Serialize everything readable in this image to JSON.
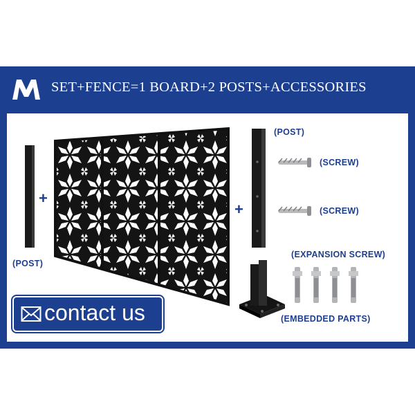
{
  "header": {
    "title": "SET+FENCE=1 BOARD+2 POSTS+ACCESSORIES",
    "logo_icon": "brand-logo-icon"
  },
  "labels": {
    "post_left": "(POST)",
    "post_right": "(POST)",
    "screw_1": "(SCREW)",
    "screw_2": "(SCREW)",
    "expansion_screw": "(EXPANSION SCREW)",
    "embedded_parts": "(EMBEDDED PARTS)"
  },
  "operators": {
    "plus_1": "+",
    "plus_2": "+"
  },
  "contact": {
    "label": "contact us",
    "icon": "envelope-icon"
  },
  "colors": {
    "brand_blue": "#1d3f8f",
    "product_black": "#141414",
    "metal": "#a7a9ac"
  }
}
